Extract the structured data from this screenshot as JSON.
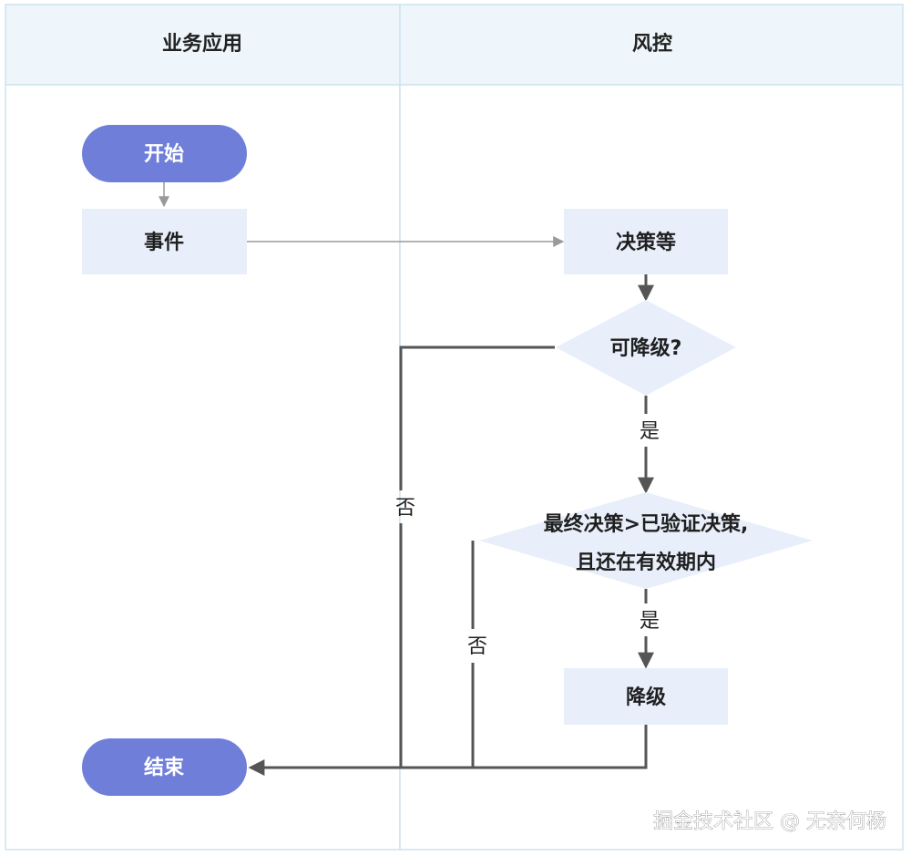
{
  "lanes": {
    "left_title": "业务应用",
    "right_title": "风控"
  },
  "nodes": {
    "start": "开始",
    "event": "事件",
    "decision_process": "决策等",
    "can_degrade": "可降级?",
    "verify_line1": "最终决策>已验证决策,",
    "verify_line2": "且还在有效期内",
    "degrade": "降级",
    "end": "结束"
  },
  "edges": {
    "yes_1": "是",
    "yes_2": "是",
    "no_1": "否",
    "no_2": "否"
  },
  "watermark": "掘金技术社区 @ 无奈何杨",
  "colors": {
    "lane_header_bg": "#eef6fb",
    "lane_border": "#cfe3ee",
    "terminal_fill": "#6f7fd9",
    "process_fill": "#e8effa",
    "line": "#555555",
    "thin_line": "#9a9a9a"
  }
}
